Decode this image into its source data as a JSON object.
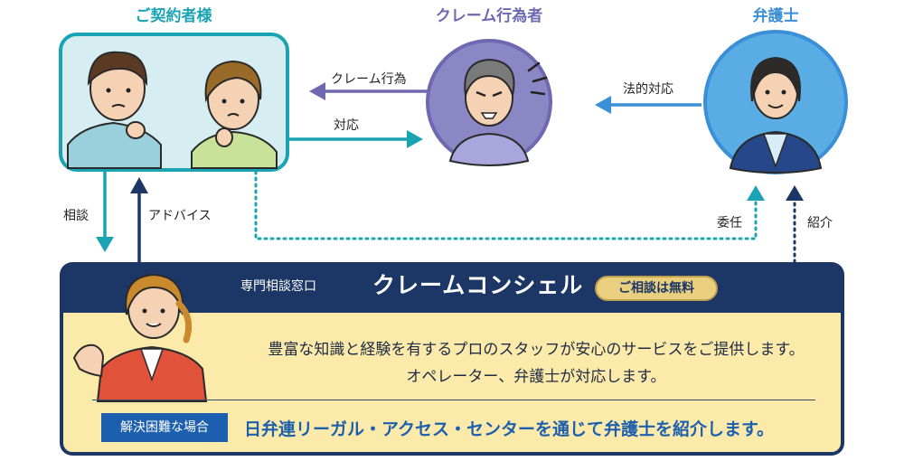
{
  "nodes": {
    "client": {
      "title": "ご契約者様"
    },
    "claimant": {
      "title": "クレーム行為者"
    },
    "lawyer": {
      "title": "弁護士"
    }
  },
  "edges": {
    "claim_act": "クレーム行為",
    "response": "対応",
    "legal_response": "法的対応",
    "consult": "相談",
    "advice": "アドバイス",
    "entrust": "委任",
    "introduce": "紹介"
  },
  "service": {
    "subtitle": "専門相談窓口",
    "name": "クレームコンシェル",
    "badge": "ご相談は無料",
    "description_line1": "豊富な知識と経験を有するプロのスタッフが安心のサービスをご提供します。",
    "description_line2": "オペレーター、弁護士が対応します。",
    "tag": "解決困難な場合",
    "referral": "日弁連リーガル・アクセス・センターを通じて弁護士を紹介します。"
  },
  "colors": {
    "teal": "#1aa3b3",
    "navy": "#1c3766",
    "purple": "#6e68b0",
    "blue": "#3a8fd6",
    "cream": "#fbeaa9"
  }
}
